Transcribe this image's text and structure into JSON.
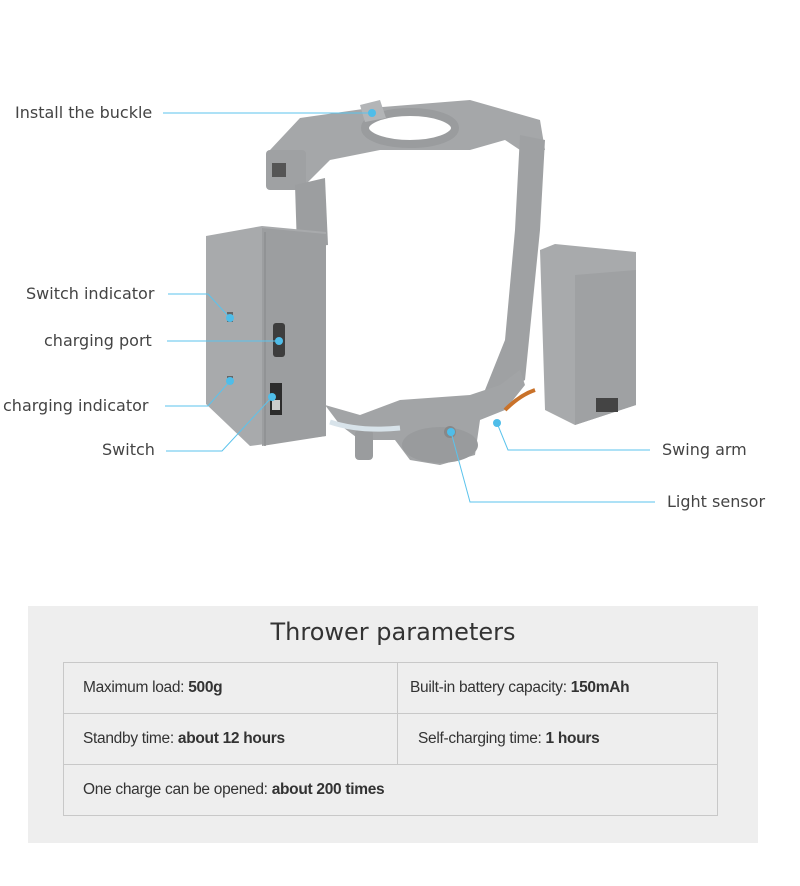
{
  "callouts": {
    "install_buckle": "Install the buckle",
    "switch_indicator": "Switch indicator",
    "charging_port": "charging port",
    "charging_indicator": "charging indicator",
    "switch": "Switch",
    "swing_arm": "Swing arm",
    "light_sensor": "Light sensor"
  },
  "colors": {
    "callout_line": "#5bc3ec",
    "device": "#a3a5a7",
    "panel_bg": "#eeeeee"
  },
  "params": {
    "title": "Thrower parameters",
    "rows": [
      [
        {
          "label": "Maximum load: ",
          "value": "500g"
        },
        {
          "label": "Built-in battery capacity: ",
          "value": "150mAh"
        }
      ],
      [
        {
          "label": "Standby time: ",
          "value": "about 12 hours"
        },
        {
          "label": "Self-charging time: ",
          "value": "1 hours"
        }
      ],
      [
        {
          "label": "One charge can be opened: ",
          "value": "about 200 times"
        }
      ]
    ]
  }
}
